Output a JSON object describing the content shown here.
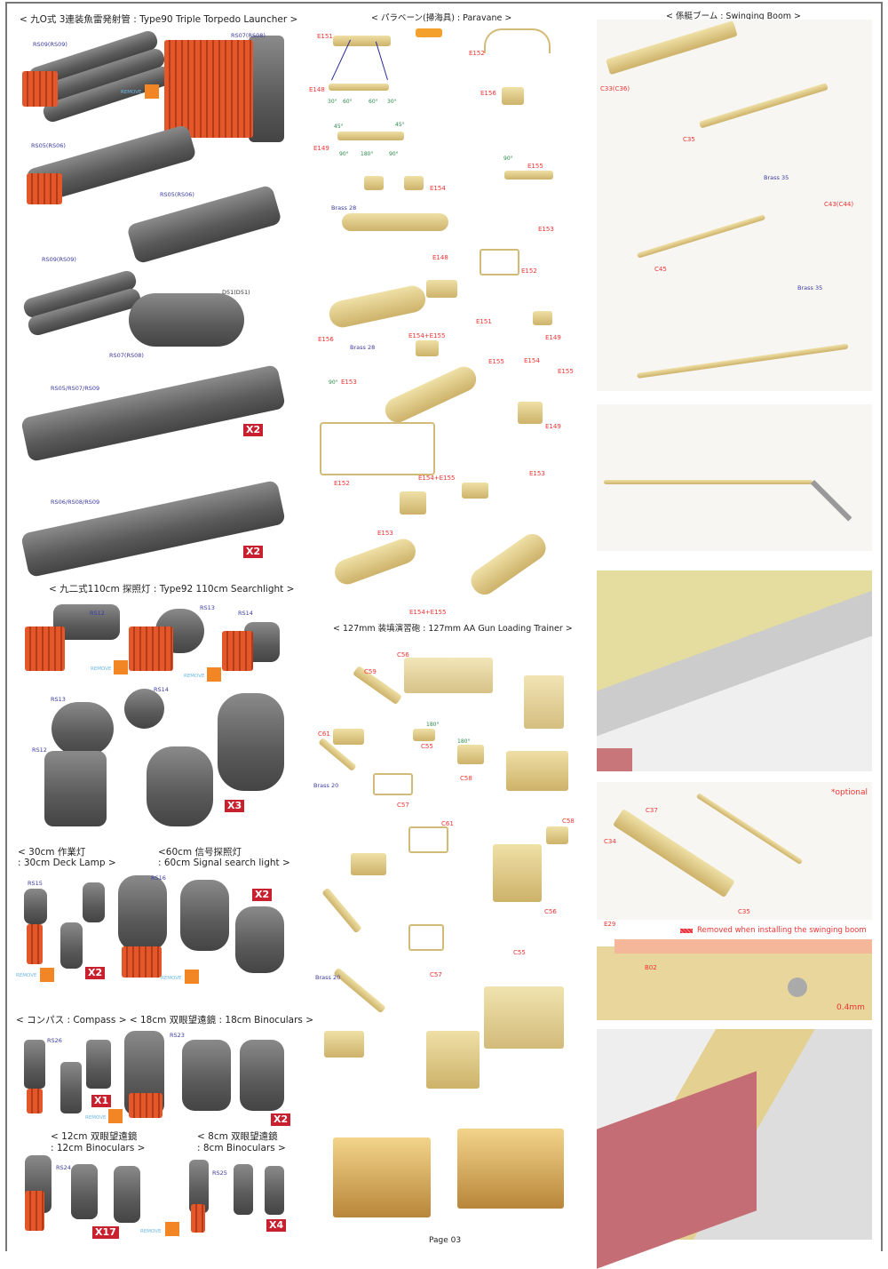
{
  "colors": {
    "part_label": "#3a3aa0",
    "etch_label": "#e33333",
    "count_badge": "#c8202e",
    "remove_marker": "#f28524"
  },
  "torpedo": {
    "title": "< 九O式 3連装魚雷発射管 : Type90 Triple Torpedo Launcher >",
    "labels": [
      "RS09(RS09)",
      "RS07(RS08)",
      "RS05(RS06)",
      "RS05(RS06)",
      "RS09(RS09)",
      "D51(D51)",
      "RS07(RS08)",
      "RS05/RS07/RS09",
      "RS06/RS08/RS09"
    ],
    "remove": "REMOVE",
    "counts": [
      "X2",
      "X2"
    ]
  },
  "searchlight": {
    "title": "< 九二式110cm 探照灯 : Type92 110cm Searchlight >",
    "labels": [
      "RS12",
      "RS13",
      "RS14",
      "RS13",
      "RS14",
      "RS12"
    ],
    "remove": [
      "REMOVE",
      "REMOVE"
    ],
    "count": "X3"
  },
  "lamps": {
    "deck_title_1": "< 30cm 作業灯",
    "deck_title_2": ": 30cm Deck Lamp >",
    "signal_title_1": "<60cm 信号探照灯",
    "signal_title_2": ": 60cm Signal search light >",
    "labels": [
      "RS15",
      "RS16"
    ],
    "remove": [
      "REMOVE",
      "REMOVE"
    ],
    "counts": [
      "X2",
      "X2"
    ]
  },
  "binoculars": {
    "title": "< コンパス : Compass >  < 18cm 双眼望遠鏡 : 18cm Binoculars >",
    "labels": [
      "RS26",
      "RS23",
      "RS24",
      "RS25"
    ],
    "counts": [
      "X1",
      "X2",
      "X17",
      "X4"
    ],
    "remove": [
      "REMOVE",
      "REMOVE"
    ],
    "b12_1": "< 12cm 双眼望遠鏡",
    "b12_2": ": 12cm Binoculars >",
    "b8_1": "< 8cm 双眼望遠鏡",
    "b8_2": ": 8cm Binoculars >"
  },
  "paravane": {
    "title": "< パラベーン(掃海具) : Paravane >",
    "labels": [
      "E151",
      "E152",
      "E148",
      "E156",
      "E149",
      "E155",
      "E154",
      "E153",
      "E148",
      "E152",
      "E151",
      "E156",
      "E154+E155",
      "E149",
      "E155",
      "E154",
      "E155",
      "E153",
      "E149",
      "E152",
      "E154+E155",
      "E153",
      "E153",
      "E154+E155"
    ],
    "brass": [
      "Brass 28",
      "Brass 28"
    ],
    "angles": [
      "30°",
      "60°",
      "60°",
      "30°",
      "45°",
      "45°",
      "90°",
      "180°",
      "90°",
      "90°",
      "90°"
    ]
  },
  "trainer": {
    "title": "< 127mm 装填演習砲 : 127mm AA Gun Loading Trainer >",
    "labels": [
      "C56",
      "C59",
      "C61",
      "C55",
      "C58",
      "C57",
      "C61",
      "C58",
      "C56",
      "C55",
      "C57"
    ],
    "brass": [
      "Brass 20",
      "Brass 20"
    ],
    "angles": [
      "180°",
      "180°"
    ]
  },
  "boom": {
    "title": "< 係艇ブーム : Swinging Boom >",
    "labels": [
      "C33(C36)",
      "C35",
      "C43(C44)",
      "C45",
      "C37",
      "C34",
      "C35",
      "E29",
      "B02"
    ],
    "brass": [
      "Brass 35",
      "Brass 35"
    ],
    "optional": "*optional",
    "removed_note": "Removed when installing the swinging boom",
    "measure": "0.4mm"
  },
  "footer": {
    "page": "Page 03"
  }
}
